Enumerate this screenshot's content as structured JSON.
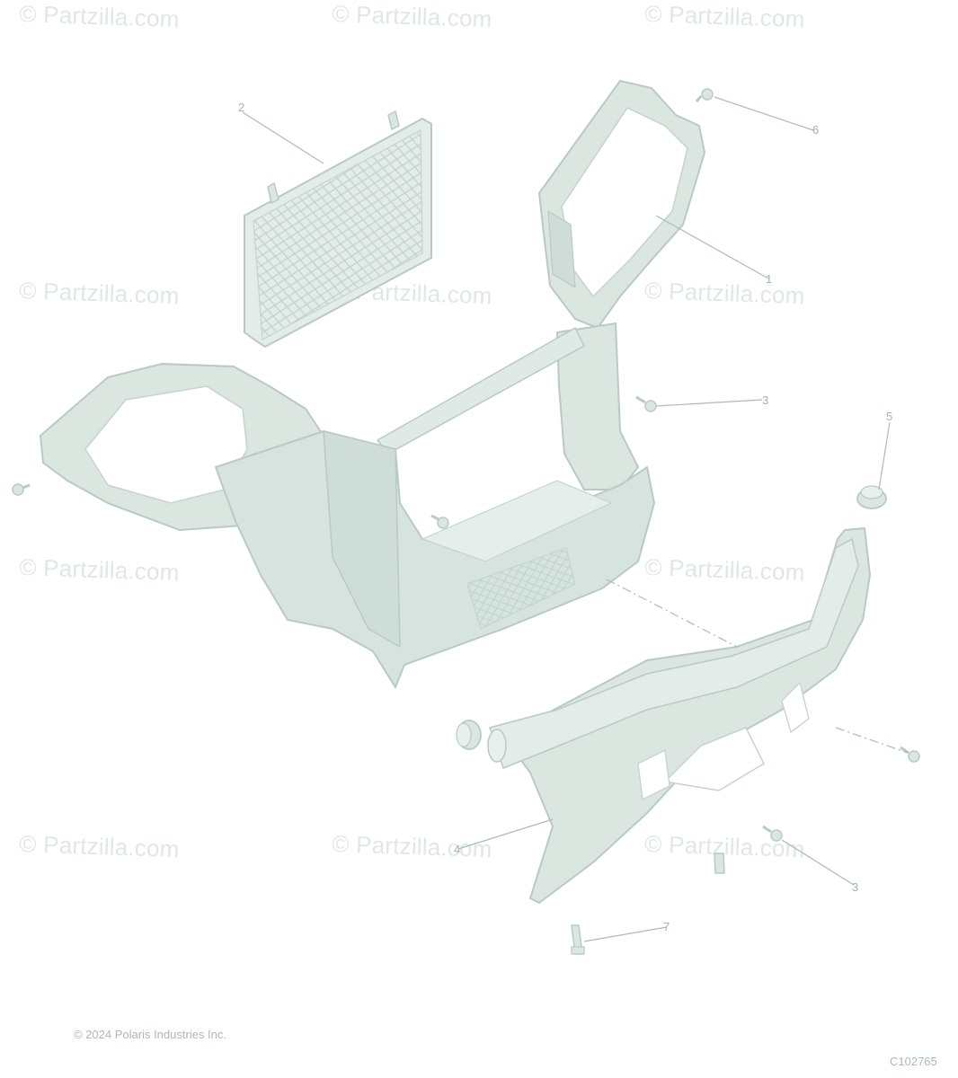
{
  "watermark_text": "© Partzilla.com",
  "callouts": {
    "c1": "1",
    "c2": "2",
    "c3a": "3",
    "c3b": "3",
    "c4": "4",
    "c5": "5",
    "c6": "6",
    "c7": "7"
  },
  "footer": {
    "copyright": "© 2024 Polaris Industries Inc.",
    "figure_code": "C102765"
  },
  "colors": {
    "part_fill": "#dbe6e1",
    "part_stroke": "#b7cbc4",
    "watermark": "#dfe8e4",
    "leader": "#a9bdb6"
  }
}
